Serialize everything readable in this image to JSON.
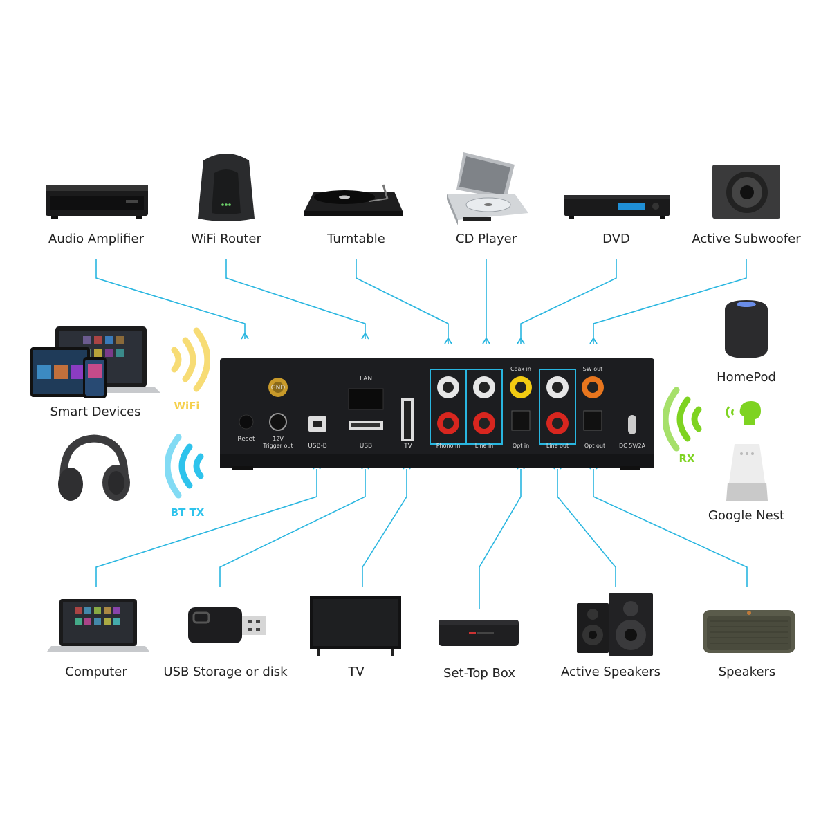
{
  "devices_top": [
    {
      "id": "audio-amplifier",
      "label": "Audio Amplifier"
    },
    {
      "id": "wifi-router",
      "label": "WiFi Router"
    },
    {
      "id": "turntable",
      "label": "Turntable"
    },
    {
      "id": "cd-player",
      "label": "CD Player"
    },
    {
      "id": "dvd",
      "label": "DVD"
    },
    {
      "id": "active-subwoofer",
      "label": "Active Subwoofer"
    }
  ],
  "devices_bottom": [
    {
      "id": "computer",
      "label": "Computer"
    },
    {
      "id": "usb-storage",
      "label": "USB Storage or disk"
    },
    {
      "id": "tv",
      "label": "TV"
    },
    {
      "id": "set-top-box",
      "label": "Set-Top Box"
    },
    {
      "id": "active-speakers",
      "label": "Active Speakers"
    },
    {
      "id": "speakers",
      "label": "Speakers"
    }
  ],
  "devices_left": [
    {
      "id": "smart-devices",
      "label": "Smart Devices"
    },
    {
      "id": "headphones",
      "label": ""
    }
  ],
  "devices_right": [
    {
      "id": "homepod",
      "label": "HomePod"
    },
    {
      "id": "google-nest",
      "label": "Google Nest"
    }
  ],
  "wireless": {
    "wifi": {
      "label": "WiFi",
      "color": "#f5d04c"
    },
    "bt_tx": {
      "label": "BT TX",
      "color": "#2ec3ec"
    },
    "rx": {
      "label": "RX",
      "color": "#7ed321"
    }
  },
  "panel": {
    "ports": {
      "gnd": "GND",
      "reset": "Reset",
      "trigger": "12V\nTrigger out",
      "lan": "LAN",
      "usb_b": "USB-B",
      "usb": "USB",
      "tv": "TV",
      "phono_in": "Phono in",
      "line_in": "Line in",
      "coax_in": "Coax in",
      "opt_in": "Opt in",
      "line_out": "Line out",
      "sw_out": "SW out",
      "opt_out": "Opt out",
      "dc": "DC 5V/2A"
    }
  },
  "colors": {
    "connector": "#29b6e0",
    "panel": "#1c1d20",
    "rca_red": "#d8261f",
    "rca_white": "#e6e6e6",
    "rca_yellow": "#f2cb12",
    "rca_orange": "#e8761e"
  }
}
